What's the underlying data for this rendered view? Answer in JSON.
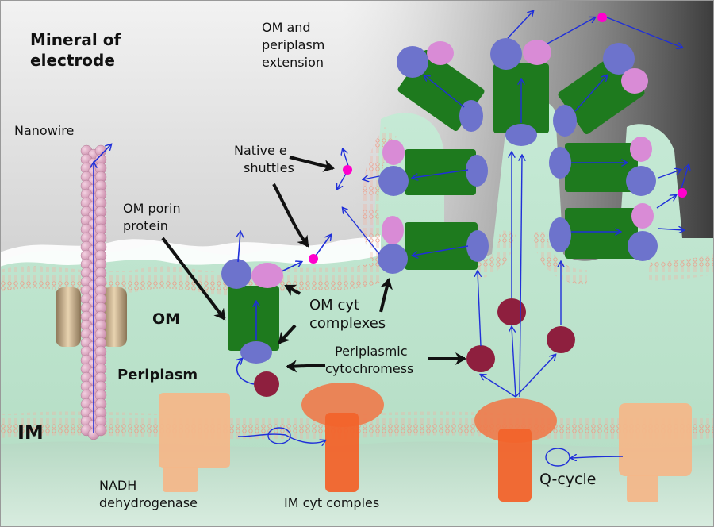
{
  "labels": {
    "mineral_line1": "Mineral of",
    "mineral_line2": "electrode",
    "om_ext_line1": "OM and",
    "om_ext_line2": "periplasm",
    "om_ext_line3": "extension",
    "nanowire": "Nanowire",
    "native_line1": "Native e⁻",
    "native_line2": "shuttles",
    "porin_line1": "OM porin",
    "porin_line2": "protein",
    "om": "OM",
    "omcyt_line1": "OM cyt",
    "omcyt_line2": "complexes",
    "periplasm": "Periplasm",
    "peri_cyt_line1": "Periplasmic",
    "peri_cyt_line2": "cytochromess",
    "im": "IM",
    "nadh_line1": "NADH",
    "nadh_line2": "dehydrogenase",
    "imcyt": "IM cyt comples",
    "qcycle": "Q-cycle"
  },
  "colors": {
    "periplasm": "#bfe6d0",
    "cytoplasm": "#b6d9c4",
    "mineral_dark": "#5e5e5e",
    "mineral_light": "#e2e2e2",
    "om_cyt_complex": "#1e7a1e",
    "heme_blue": "#6d73cc",
    "heme_pink": "#d98bd6",
    "periplasmic_cyt": "#8e1f3e",
    "shuttle": "#ff00cc",
    "arrow_blue": "#1f2fd9",
    "nanowire": "#d9a3bf",
    "porin": "#b8a283",
    "im_cyt": "#f07a4a",
    "nadh_dh": "#f3b78a",
    "lipid": "#f0a090"
  }
}
